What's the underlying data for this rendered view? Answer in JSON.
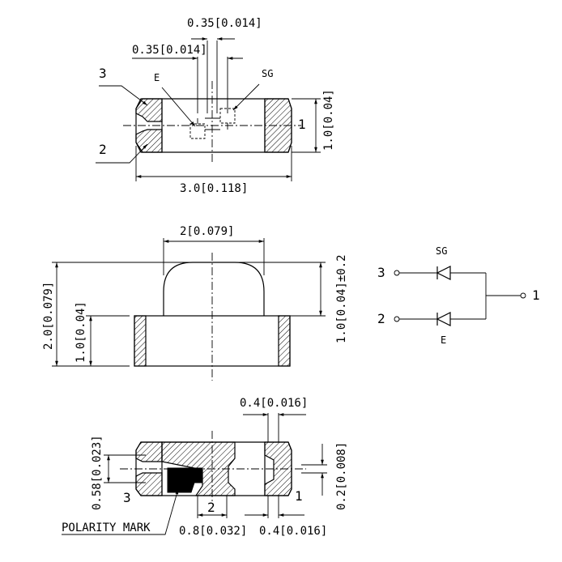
{
  "top_view": {
    "dim_035_a": "0.35[0.014]",
    "dim_035_b": "0.35[0.014]",
    "label_e": "E",
    "label_sg": "SG",
    "pin3": "3",
    "pin2": "2",
    "pin1": "1",
    "dim_width": "3.0[0.118]",
    "dim_height": "1.0[0.04]"
  },
  "side_view": {
    "dim_lens_width": "2[0.079]",
    "dim_total_height": "2.0[0.079]",
    "dim_body_height": "1.0[0.04]",
    "dim_lens_height": "1.0[0.04]±0.2"
  },
  "schematic": {
    "pin3": "3",
    "pin2": "2",
    "pin1": "1",
    "label_sg": "SG",
    "label_e": "E"
  },
  "bottom_view": {
    "dim_pad_width": "0.4[0.016]",
    "dim_height_left": "0.58[0.023]",
    "dim_right_small": "0.2[0.008]",
    "pin3": "3",
    "pin2": "2",
    "pin1": "1",
    "polarity_mark": "POLARITY MARK",
    "dim_center": "0.8[0.032]",
    "dim_right_pad": "0.4[0.016]"
  }
}
